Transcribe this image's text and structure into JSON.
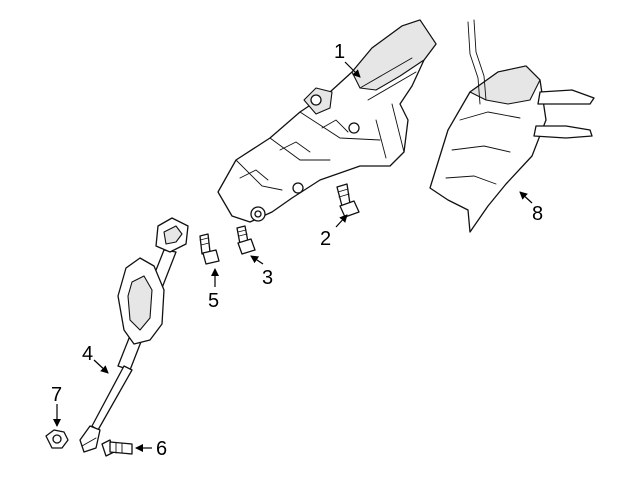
{
  "diagram": {
    "callouts": [
      {
        "id": "1",
        "label": "1"
      },
      {
        "id": "2",
        "label": "2"
      },
      {
        "id": "3",
        "label": "3"
      },
      {
        "id": "4",
        "label": "4"
      },
      {
        "id": "5",
        "label": "5"
      },
      {
        "id": "6",
        "label": "6"
      },
      {
        "id": "7",
        "label": "7"
      },
      {
        "id": "8",
        "label": "8"
      }
    ],
    "colors": {
      "line": "#111111",
      "background": "#ffffff",
      "shade": "#e6e6e6"
    }
  }
}
